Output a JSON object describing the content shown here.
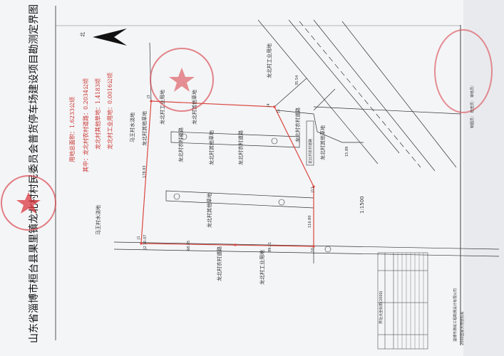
{
  "title": "山东省淄博市桓台县果里镇龙北村村民委员会普货停车场建设项目勘测定界图",
  "north_label": "北",
  "area_summary": {
    "total": "用地总面积：1.6233公顷",
    "road": "其中：龙北村农村道路：0.2034公顷",
    "grass": "龙北村其他草地：1.4183顷",
    "industrial": "龙北村工业用地：0.0016公顷"
  },
  "parcels": {
    "industrial_top": "龙北村工业用地",
    "grass_top": "龙北村其他草地",
    "road_1": "龙北村农村道路",
    "grass_mid": "龙北村其他草地",
    "road_2": "龙北村农村道路",
    "grass_low": "龙北村其他草地",
    "road_bottom": "龙北村农村道路",
    "industrial_bottom": "龙北村工业用地",
    "mawang": "马王村水浇地",
    "grass_left": "龙北村其他草地",
    "mawang_small": "马王村水浇地",
    "road_right_box": "龙北村农村道路",
    "road_right": "龙北村农村道路",
    "grass_right": "龙北村其他草地",
    "industrial_right": "龙北村工业用地"
  },
  "points": [
    "J1",
    "J2",
    "J3",
    "J4",
    "J5",
    "J10",
    "J11"
  ],
  "distances": [
    "178.93",
    "10.07",
    "68.95",
    "99.21",
    "116.80",
    "35.54",
    "15.89"
  ],
  "scale": "1:1500",
  "coord_table_title": "界址点坐标表(2000)",
  "coord_system": "2000国家大地坐标系",
  "company": "淄博市测绘工程勘测设计有限公司",
  "credits": "制图员：   检查员：   审核员：",
  "colors": {
    "boundary": "#d9473f",
    "stamp": "#d9474f",
    "ink": "#222222"
  }
}
